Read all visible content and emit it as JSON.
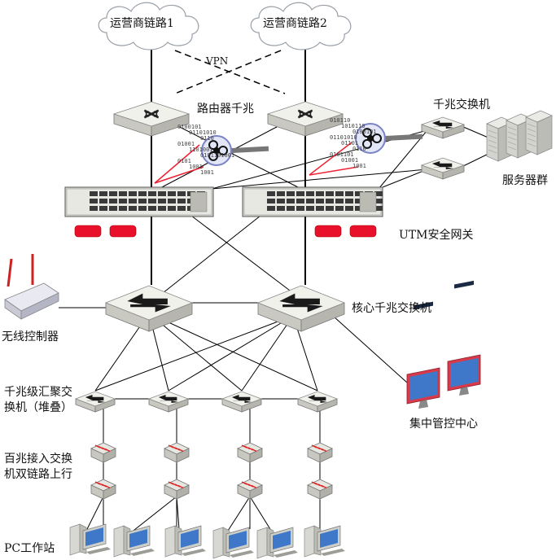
{
  "labels": {
    "cloud1": "运营商链路1",
    "cloud2": "运营商链路2",
    "vpn": "VPN",
    "router": "路由器千兆",
    "gig_switch": "千兆交换机",
    "server_group": "服务器群",
    "utm": "UTM安全网关",
    "core_switch": "核心千兆交换机",
    "wireless_ctrl": "无线控制器",
    "agg_switch_line1": "千兆级汇聚交",
    "agg_switch_line2": "换机（堆叠）",
    "central_ctrl": "集中管控中心",
    "access_switch_line1": "百兆接入交换",
    "access_switch_line2": "机双链路上行",
    "pc": "PC工作站"
  },
  "binary_text": {
    "left": [
      "0100101",
      "01101010",
      "0110",
      "01001",
      "1101001",
      "0101101001",
      "0101",
      "1001",
      "1001"
    ],
    "right": [
      "010110",
      "1010110",
      "0100101",
      "01101010",
      "01101",
      "0110",
      "0101101",
      "01001",
      "1001"
    ]
  },
  "colors": {
    "line": "#000000",
    "device_body": "#e2e2dc",
    "device_top": "#f1f1ec",
    "red_module": "#e8102a",
    "screen_blue": "#3f78c8",
    "screen_frame": "#d83a4a"
  },
  "icons": [
    "cloud-icon",
    "router-icon",
    "firewall-icon",
    "utm-appliance-icon",
    "switch-icon",
    "server-icon",
    "wireless-controller-icon",
    "monitor-icon",
    "pc-icon",
    "virus-icon"
  ]
}
